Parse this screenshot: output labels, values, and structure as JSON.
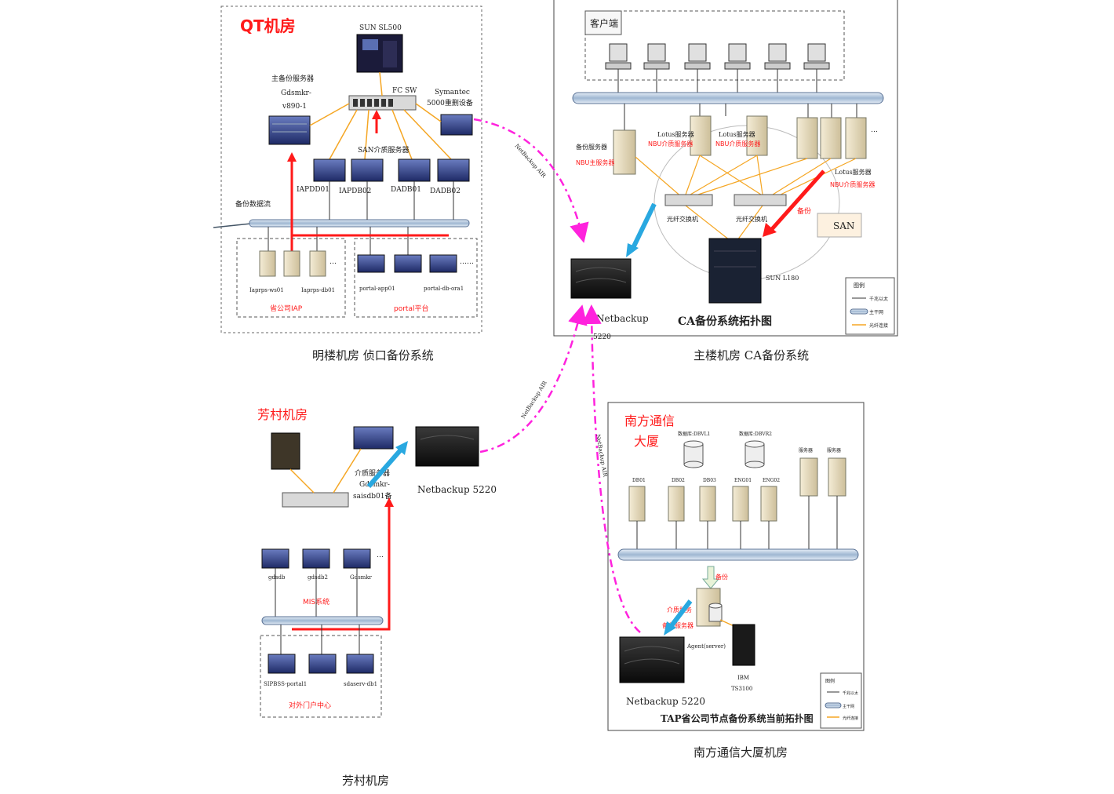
{
  "qt_room": {
    "title": "QT机房",
    "sun_label": "SUN SL500",
    "main_backup_server": [
      "主备份服务器",
      "Gdsmkr-",
      "v890-1"
    ],
    "fc_sw": "FC SW",
    "symantec": [
      "Symantec",
      "5000重删设备"
    ],
    "san_media": "SAN介质服务器",
    "servers": [
      "IAPDD01",
      "IAPDB02",
      "DADB01",
      "DADB02"
    ],
    "backup_flow": "备份数据流",
    "group_left_title": "省公司IAP",
    "group_left_items": [
      "Iaprps-ws01",
      "Iaprps-db01"
    ],
    "group_right_title": "portal平台",
    "group_right_items": [
      "portal-app01",
      "portal-db-ora1"
    ],
    "caption": "明楼机房 侦口备份系统"
  },
  "main_room": {
    "client_label": "客户端",
    "backup_server": [
      "备份服务器",
      "NBU主服务器"
    ],
    "lotus1": [
      "Lotus服务器",
      "NBU介质服务器"
    ],
    "lotus2": [
      "Lotus服务器",
      "NBU介质服务器"
    ],
    "lotus3": [
      "Lotus服务器",
      "NBU介质服务器"
    ],
    "fiber_switch1": "光纤交换机",
    "fiber_switch2": "光纤交换机",
    "backup_arrow": "备份",
    "san": "SAN",
    "sun_l180": "SUN L180",
    "netbackup": [
      "Netbackup",
      "5220"
    ],
    "title": "CA备份系统拓扑图",
    "legend_title": "图例",
    "legend_items": [
      "千兆以太",
      "主干网",
      "光纤连接"
    ],
    "caption": "主楼机房 CA备份系统"
  },
  "fangcun_room": {
    "title": "芳村机房",
    "media_server": [
      "介质服务器",
      "Gdsmkr-",
      "saisdb01备"
    ],
    "netbackup": "Netbackup 5220",
    "servers": [
      "gdsdb",
      "gdsdb2",
      "Gdsmkr"
    ],
    "mis": "MIS系统",
    "portal_servers": [
      "SIPBSS-portal1",
      "sdaserv-db1"
    ],
    "portal_group": "对外门户中心",
    "caption": "芳村机房"
  },
  "south_room": {
    "title": [
      "南方通信",
      "大厦"
    ],
    "db_labels": [
      "数据库:DBVL1",
      "数据库:DBVR2"
    ],
    "server_labels": [
      "DB01",
      "DB02",
      "DB03",
      "ENG01",
      "ENG02"
    ],
    "server_right": [
      "服务器",
      "服务器"
    ],
    "backup_tag": "备份",
    "media_server": [
      "介质服务",
      "备份服务器"
    ],
    "agent": "Agent(server)",
    "netbackup": "Netbackup 5220",
    "ibm": [
      "IBM",
      "TS3100"
    ],
    "title_bottom": "TAP省公司节点备份系统当前拓扑图",
    "legend_title": "图例",
    "legend_items": [
      "千兆以太",
      "主干网",
      "光纤连接"
    ],
    "caption": "南方通信大厦机房"
  },
  "links": [
    "NetBackup AIR",
    "NetBackup AIR",
    "NetBackup AIR"
  ],
  "colors": {
    "red": "#ff1a1a",
    "magenta": "#ff22dd",
    "orange": "#f5a623",
    "blue": "#29a8e0",
    "bus": "#b9cde0"
  }
}
